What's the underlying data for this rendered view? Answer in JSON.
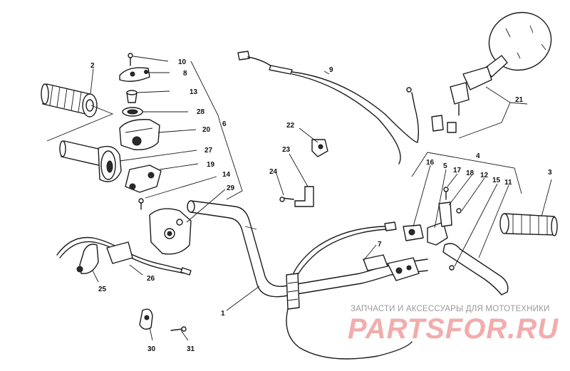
{
  "callouts": [
    {
      "id": "c1",
      "text": "1"
    },
    {
      "id": "c2",
      "text": "2"
    },
    {
      "id": "c3",
      "text": "3"
    },
    {
      "id": "c4",
      "text": "4"
    },
    {
      "id": "c5",
      "text": "5"
    },
    {
      "id": "c6",
      "text": "6"
    },
    {
      "id": "c7",
      "text": "7"
    },
    {
      "id": "c8",
      "text": "8"
    },
    {
      "id": "c9",
      "text": "9"
    },
    {
      "id": "c10",
      "text": "10"
    },
    {
      "id": "c11",
      "text": "11"
    },
    {
      "id": "c12",
      "text": "12"
    },
    {
      "id": "c13",
      "text": "13"
    },
    {
      "id": "c14",
      "text": "14"
    },
    {
      "id": "c15",
      "text": "15"
    },
    {
      "id": "c16",
      "text": "16"
    },
    {
      "id": "c17",
      "text": "17"
    },
    {
      "id": "c18",
      "text": "18"
    },
    {
      "id": "c19",
      "text": "19"
    },
    {
      "id": "c20",
      "text": "20"
    },
    {
      "id": "c21",
      "text": "21"
    },
    {
      "id": "c22",
      "text": "22"
    },
    {
      "id": "c23",
      "text": "23"
    },
    {
      "id": "c24",
      "text": "24"
    },
    {
      "id": "c25",
      "text": "25"
    },
    {
      "id": "c26",
      "text": "26"
    },
    {
      "id": "c27",
      "text": "27"
    },
    {
      "id": "c28",
      "text": "28"
    },
    {
      "id": "c29",
      "text": "29"
    },
    {
      "id": "c30",
      "text": "30"
    },
    {
      "id": "c31",
      "text": "31"
    }
  ],
  "watermark": {
    "tagline": "ЗАПЧАСТИ И АКСЕССУАРЫ ДЛЯ МОТОТЕХНИКИ",
    "logo": "PARTSFOR.RU",
    "tagline_color": "#9a9a9a",
    "logo_color": "#e86a6a"
  }
}
